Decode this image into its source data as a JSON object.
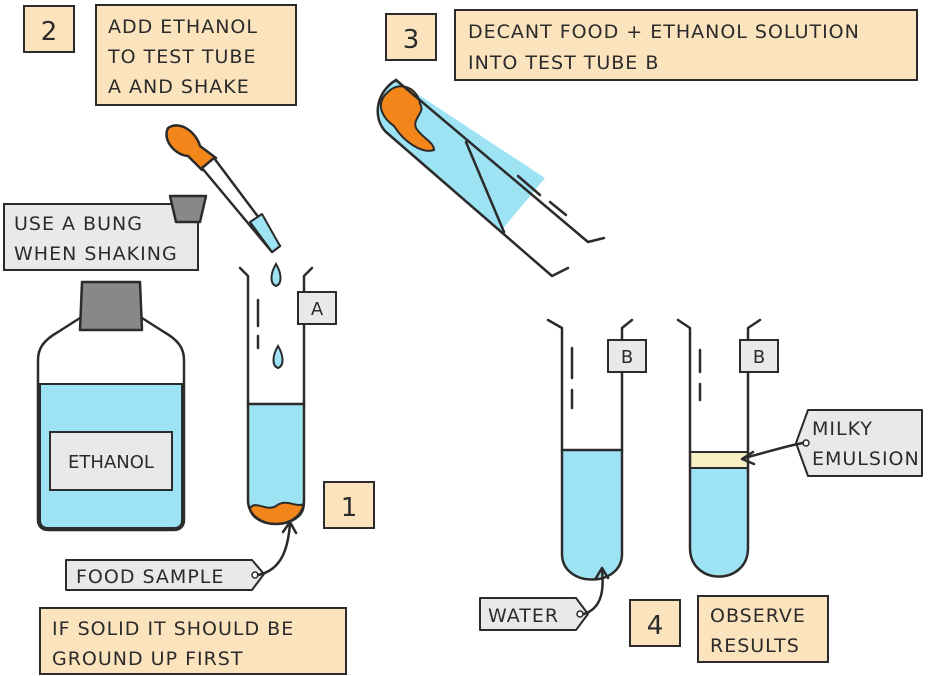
{
  "colors": {
    "box_fill": "#fbe3bd",
    "tag_fill": "#e9e9e9",
    "liquid": "#9de3f3",
    "food": "#f2861a",
    "bung": "#888888",
    "emulsion": "#f8f0c4",
    "ink": "#2b2b2b"
  },
  "icons": [
    "dropper-icon",
    "bung-icon",
    "bottle-icon",
    "test-tube-icon"
  ],
  "steps": [
    {
      "number": "1"
    },
    {
      "number": "2",
      "lines": [
        "ADD ETHANOL",
        "TO TEST TUBE",
        "A AND SHAKE"
      ]
    },
    {
      "number": "3",
      "lines": [
        "DECANT FOOD + ETHANOL SOLUTION",
        "INTO TEST TUBE B"
      ]
    },
    {
      "number": "4",
      "lines": [
        "OBSERVE",
        "RESULTS"
      ]
    }
  ],
  "notes": {
    "bung": [
      "USE A BUNG",
      "WHEN SHAKING"
    ],
    "food_sample": "FOOD SAMPLE",
    "solid_note": [
      "IF SOLID IT SHOULD BE",
      "GROUND UP FIRST"
    ],
    "water": "WATER",
    "milky": [
      "MILKY",
      "EMULSION"
    ]
  },
  "bottle_label": "ETHANOL",
  "tube_labels": {
    "a": "A",
    "b1": "B",
    "b2": "B"
  }
}
